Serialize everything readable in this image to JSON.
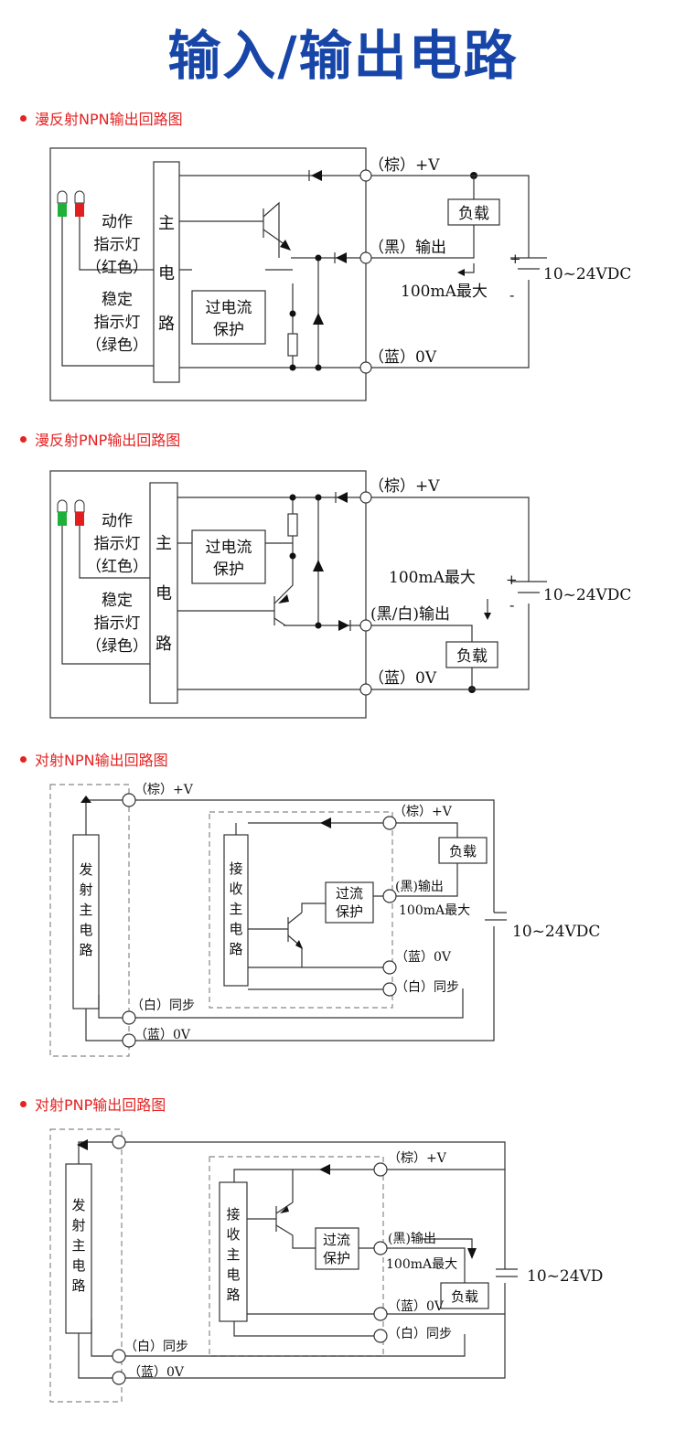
{
  "title": "输入/输出电路",
  "colors": {
    "title": "#1846a8",
    "heading": "#e52222",
    "led_green": "#1fb03a",
    "led_red": "#e21f1f"
  },
  "sections": [
    {
      "heading": "漫反射NPN输出回路图",
      "main_circuit": [
        "主",
        "电",
        "路"
      ],
      "led_action": [
        "动作",
        "指示灯",
        "（红色）"
      ],
      "led_stable": [
        "稳定",
        "指示灯",
        "（绿色）"
      ],
      "protection": [
        "过电流",
        "保护"
      ],
      "terminals": {
        "brown": "（棕）+V",
        "black": "（黑）输出",
        "blue": "（蓝）0V"
      },
      "load": "负载",
      "max_current": "100mA最大",
      "supply": "10~24VDC",
      "plus": "+",
      "minus": "-"
    },
    {
      "heading": "漫反射PNP输出回路图",
      "main_circuit": [
        "主",
        "电",
        "路"
      ],
      "led_action": [
        "动作",
        "指示灯",
        "（红色）"
      ],
      "led_stable": [
        "稳定",
        "指示灯",
        "（绿色）"
      ],
      "protection": [
        "过电流",
        "保护"
      ],
      "terminals": {
        "brown": "（棕）+V",
        "black": "(黑/白)输出",
        "blue": "（蓝）0V"
      },
      "load": "负载",
      "max_current": "100mA最大",
      "supply": "10~24VDC",
      "plus": "+",
      "minus": "-"
    },
    {
      "heading": "对射NPN输出回路图",
      "emitter": [
        "发",
        "射",
        "主",
        "电",
        "路"
      ],
      "receiver": [
        "接",
        "收",
        "主",
        "电",
        "路"
      ],
      "protection": [
        "过流",
        "保护"
      ],
      "emitter_terminals": {
        "brown": "（棕）+V",
        "white": "（白）同步",
        "blue": "（蓝）0V"
      },
      "receiver_terminals": {
        "brown": "（棕）+V",
        "black": "(黑)输出",
        "blue": "（蓝）0V",
        "white": "（白）同步"
      },
      "load": "负载",
      "max_current": "100mA最大",
      "supply": "10~24VDC"
    },
    {
      "heading": "对射PNP输出回路图",
      "emitter": [
        "发",
        "射",
        "主",
        "电",
        "路"
      ],
      "receiver": [
        "接",
        "收",
        "主",
        "电",
        "路"
      ],
      "protection": [
        "过流",
        "保护"
      ],
      "emitter_terminals": {
        "white": "（白）同步",
        "blue": "（蓝）0V"
      },
      "receiver_terminals": {
        "brown": "（棕）+V",
        "black": "(黑)输出",
        "blue": "（蓝）0V",
        "white": "（白）同步"
      },
      "load": "负载",
      "max_current": "100mA最大",
      "supply": "10~24VD"
    }
  ]
}
